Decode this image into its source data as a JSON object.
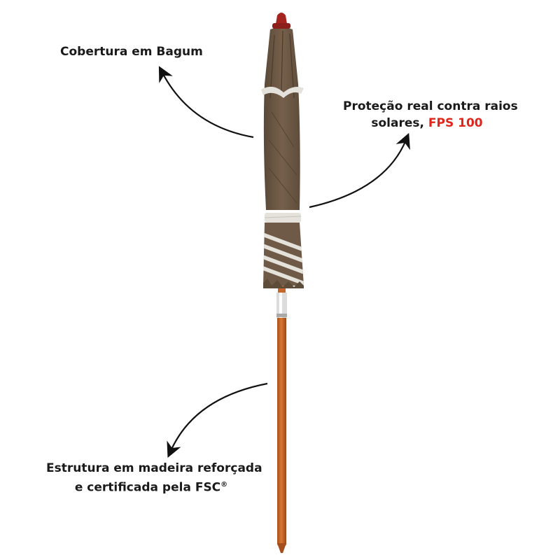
{
  "labels": {
    "cover": "Cobertura em Bagum",
    "protection_line1": "Proteção real contra raios",
    "protection_line2_prefix": "solares, ",
    "protection_highlight": "FPS 100",
    "structure_line1": "Estrutura em madeira reforçada",
    "structure_line2": "e certificada pela FSC",
    "registered_mark": "®"
  },
  "colors": {
    "canopy": "#6e5a47",
    "stripe": "#e5e2dc",
    "finial": "#a4241f",
    "pole": "#c7662a",
    "highlight": "#e1251b",
    "arrow": "#111111"
  }
}
